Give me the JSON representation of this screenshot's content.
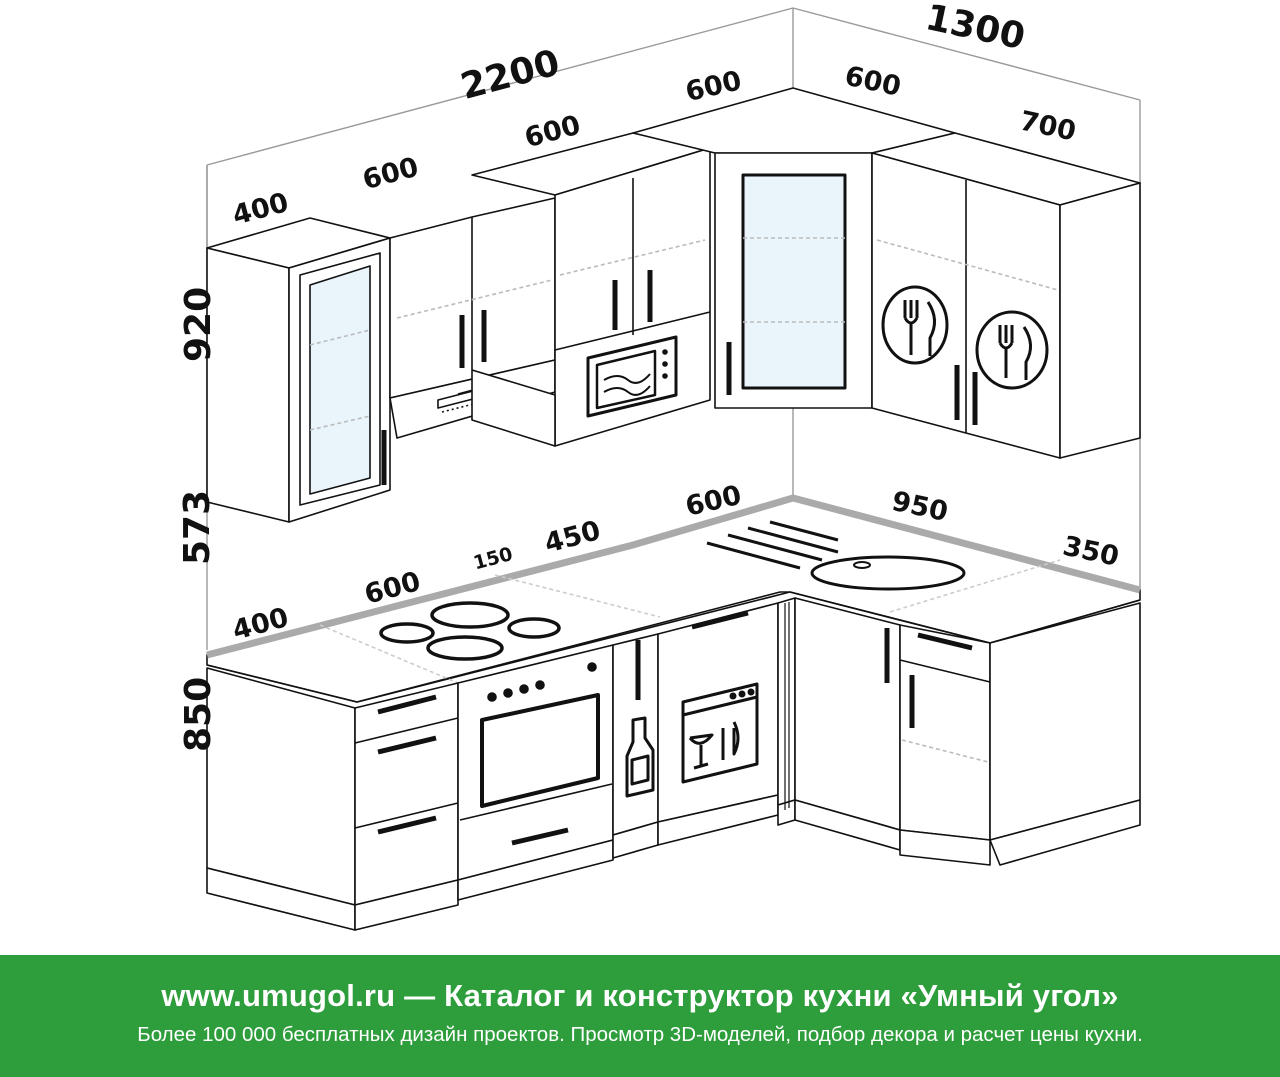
{
  "dimensions": {
    "top_total_left": "2200",
    "top_total_right": "1300",
    "upper_400": "400",
    "upper_600_a": "600",
    "upper_600_b": "600",
    "upper_600_corner": "600",
    "upper_600_right": "600",
    "upper_700": "700",
    "height_920": "920",
    "height_573": "573",
    "height_850": "850",
    "lower_400": "400",
    "lower_600": "600",
    "lower_150": "150",
    "lower_450": "450",
    "lower_600_corner": "600",
    "lower_950": "950",
    "lower_350": "350"
  },
  "banner": {
    "title": "www.umugol.ru — Каталог и конструктор кухни «Умный угол»",
    "subtitle": "Более 100 000 бесплатных дизайн проектов. Просмотр 3D-моделей, подбор декора и расчет цены кухни."
  },
  "colors": {
    "banner_bg": "#2e9d3c",
    "glass": "#eaf4fb",
    "line": "#111111"
  }
}
